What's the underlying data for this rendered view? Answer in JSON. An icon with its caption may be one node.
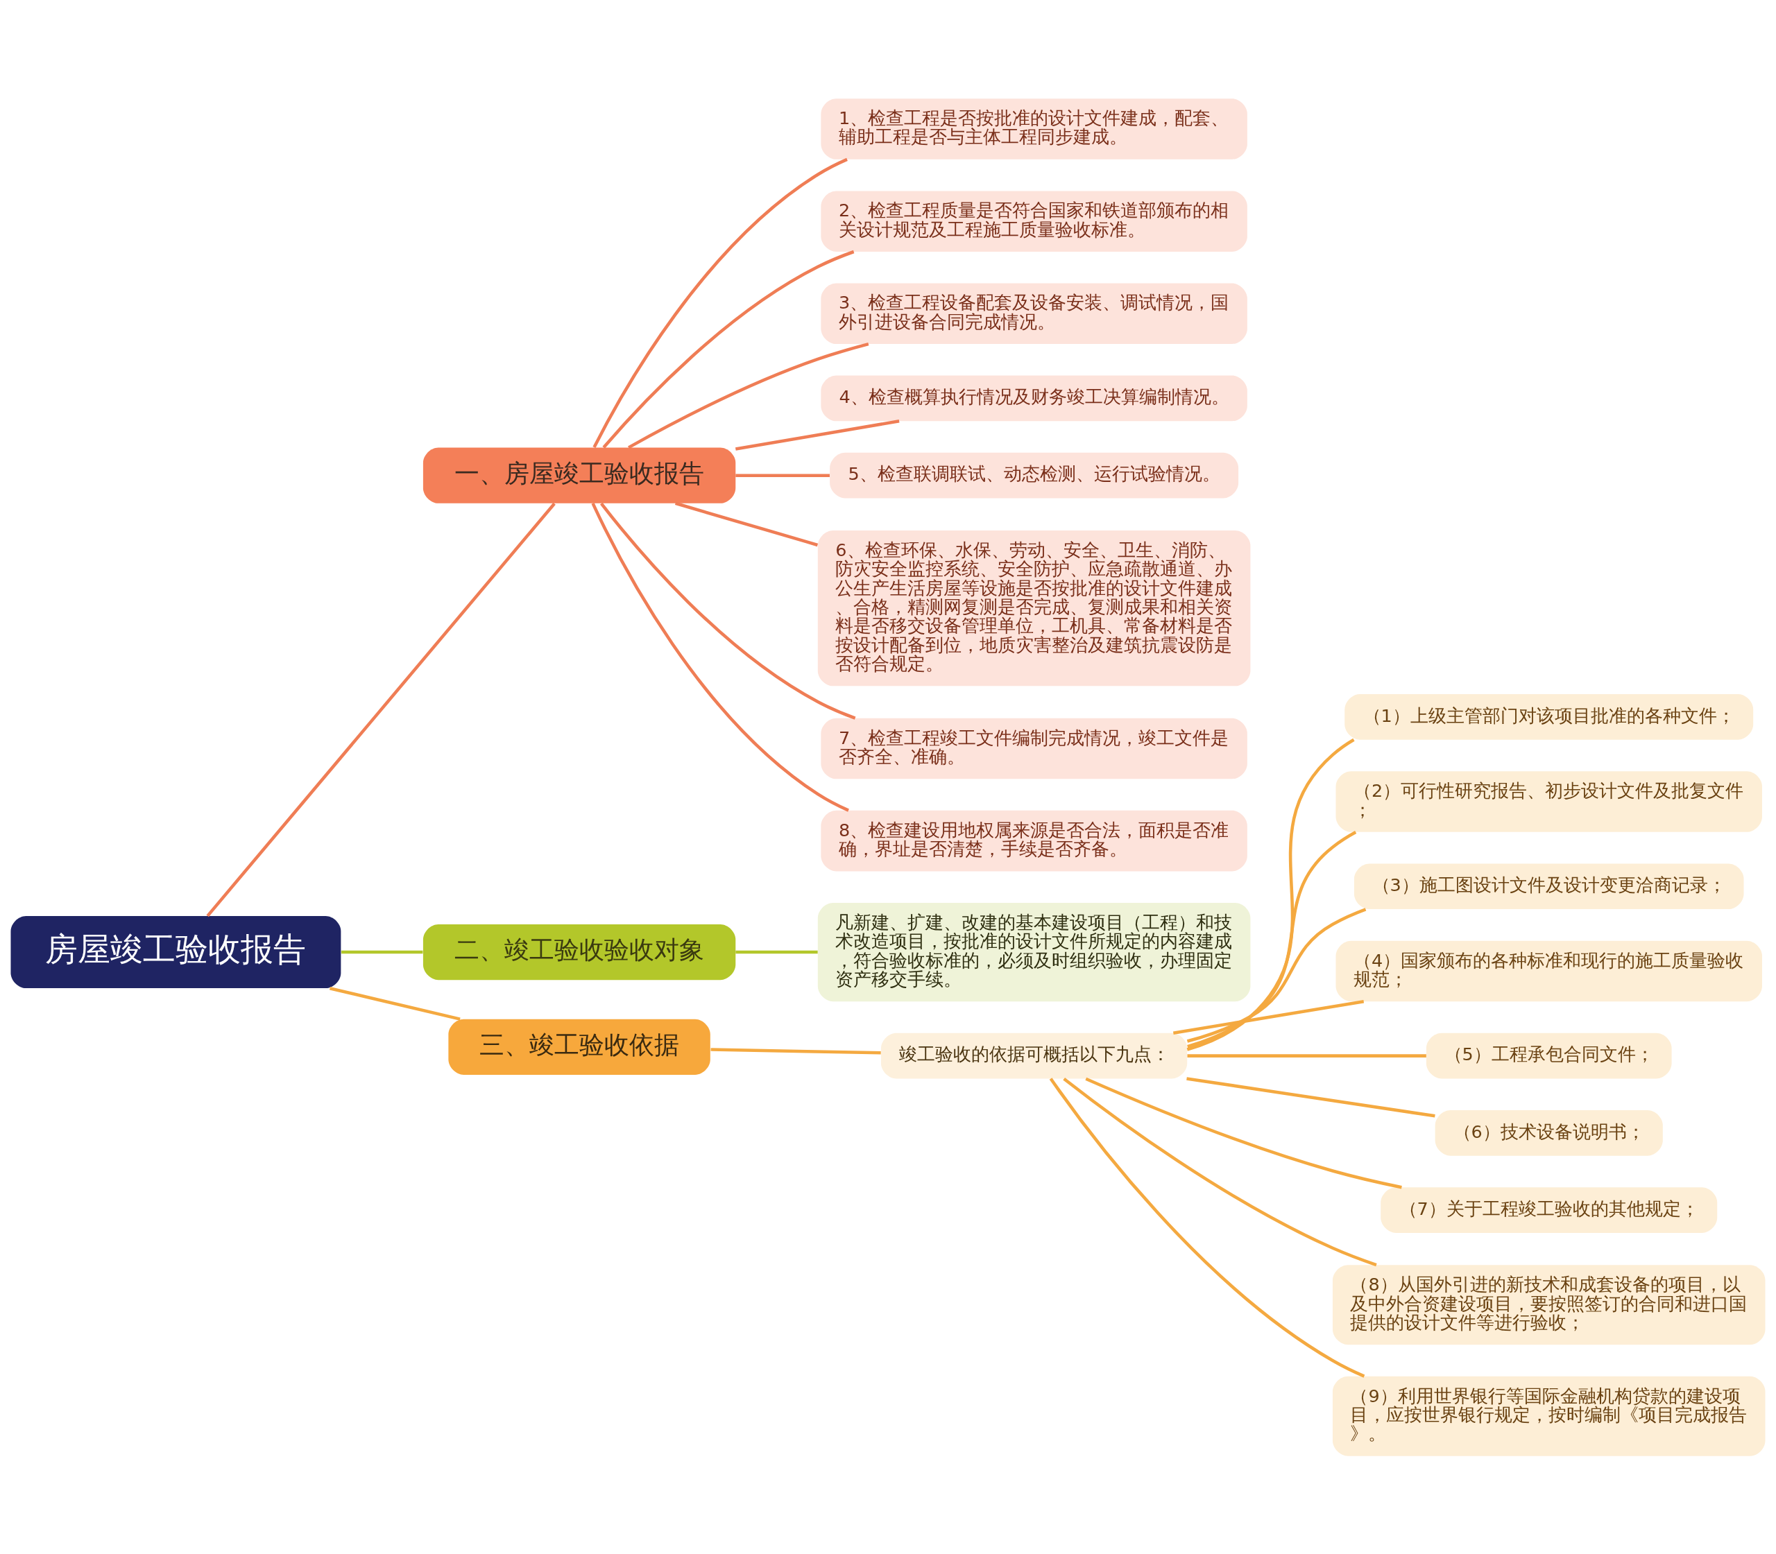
{
  "diagram": {
    "nodes": [
      {
        "text": [
          "房屋竣工验收报告"
        ]
      },
      {
        "text": [
          "一、房屋竣工验收报告"
        ]
      },
      {
        "text": [
          "1、检查工程是否按批准的设计文件建成，配套、辅助工程是否与主体工程同步建成。"
        ]
      },
      {
        "text": [
          "2、检查工程质量是否符合国家和铁道部颁布的相关设计规范及工程施工质量验收标准。"
        ]
      },
      {
        "text": [
          "3、检查工程设备配套及设备安装、调试情况，国外引进设备合同完成情况。"
        ]
      },
      {
        "text": [
          "4、检查概算执行情况及财务竣工决算编制情况。"
        ]
      },
      {
        "text": [
          "5、检查联调联试、动态检测、运行试验情况。"
        ]
      },
      {
        "text": [
          "6、检查环保、水保、劳动、安全、卫生、消防、防灾安全监控系统、安全防护、应急疏散通道、办公生产生活房屋等设施是否按批准的设计文件建成、合格，精测网复测是否完成、复测成果和相关资料是否移交设备管理单位，工机具、常备材料是否按设计配备到位，地质灾害整治及建筑抗震设防是否符合规定。"
        ]
      },
      {
        "text": [
          "7、检查工程竣工文件编制完成情况，竣工文件是否齐全、准确。"
        ]
      },
      {
        "text": [
          "8、检查建设用地权属来源是否合法，面积是否准确，界址是否清楚，手续是否齐备。"
        ]
      },
      {
        "text": [
          "二、竣工验收验收对象"
        ]
      },
      {
        "text": [
          "凡新建、扩建、改建的基本建设项目（工程）和技术改造项目，按批准的设计文件所规定的内容建成，符合验收标准的，必须及时组织验收，办理固定资产移交手续。"
        ]
      },
      {
        "text": [
          "三、竣工验收依据"
        ]
      },
      {
        "text": [
          "竣工验收的依据可概括以下九点："
        ]
      },
      {
        "text": [
          "（1）上级主管部门对该项目批准的各种文件；"
        ]
      },
      {
        "text": [
          "（2）可行性研究报告、初步设计文件及批复文件；"
        ]
      },
      {
        "text": [
          "（3）施工图设计文件及设计变更洽商记录；"
        ]
      },
      {
        "text": [
          "（4）国家颁布的各种标准和现行的施工质量验收规范；"
        ]
      },
      {
        "text": [
          "（5）工程承包合同文件；"
        ]
      },
      {
        "text": [
          "（6）技术设备说明书；"
        ]
      },
      {
        "text": [
          "（7）关于工程竣工验收的其他规定；"
        ]
      },
      {
        "text": [
          "（8）从国外引进的新技术和成套设备的项目，以及中外合资建设项目，要按照签订的合同和进口国提供的设计文件等进行验收；"
        ]
      },
      {
        "text": [
          "（9）利用世界银行等国际金融机构贷款的建设项目，应按世界银行规定，按时编制《项目完成报告》。"
        ]
      }
    ],
    "edges": [
      {
        "from": 0,
        "to": 1,
        "arrow": "none",
        "color": "#ef7d55"
      },
      {
        "from": 1,
        "to": 2,
        "arrow": "none",
        "color": "#ef7d55"
      },
      {
        "from": 1,
        "to": 3,
        "arrow": "none",
        "color": "#ef7d55"
      },
      {
        "from": 1,
        "to": 4,
        "arrow": "none",
        "color": "#ef7d55"
      },
      {
        "from": 1,
        "to": 5,
        "arrow": "none",
        "color": "#ef7d55"
      },
      {
        "from": 1,
        "to": 6,
        "arrow": "none",
        "color": "#ef7d55"
      },
      {
        "from": 1,
        "to": 7,
        "arrow": "none",
        "color": "#ef7d55"
      },
      {
        "from": 1,
        "to": 8,
        "arrow": "none",
        "color": "#ef7d55"
      },
      {
        "from": 1,
        "to": 9,
        "arrow": "none",
        "color": "#ef7d55"
      },
      {
        "from": 0,
        "to": 10,
        "arrow": "none",
        "color": "#b3c72a"
      },
      {
        "from": 10,
        "to": 11,
        "arrow": "none",
        "color": "#b3c72a"
      },
      {
        "from": 0,
        "to": 12,
        "arrow": "none",
        "color": "#f4a940"
      },
      {
        "from": 12,
        "to": 13,
        "arrow": "none",
        "color": "#f4a940"
      },
      {
        "from": 13,
        "to": 14,
        "arrow": "none",
        "color": "#f4a940"
      },
      {
        "from": 13,
        "to": 15,
        "arrow": "none",
        "color": "#f4a940"
      },
      {
        "from": 13,
        "to": 16,
        "arrow": "none",
        "color": "#f4a940"
      },
      {
        "from": 13,
        "to": 17,
        "arrow": "none",
        "color": "#f4a940"
      },
      {
        "from": 13,
        "to": 18,
        "arrow": "none",
        "color": "#f4a940"
      },
      {
        "from": 13,
        "to": 19,
        "arrow": "none",
        "color": "#f4a940"
      },
      {
        "from": 13,
        "to": 20,
        "arrow": "none",
        "color": "#f4a940"
      },
      {
        "from": 13,
        "to": 21,
        "arrow": "none",
        "color": "#f4a940"
      },
      {
        "from": 13,
        "to": 22,
        "arrow": "none",
        "color": "#f4a940"
      }
    ]
  }
}
